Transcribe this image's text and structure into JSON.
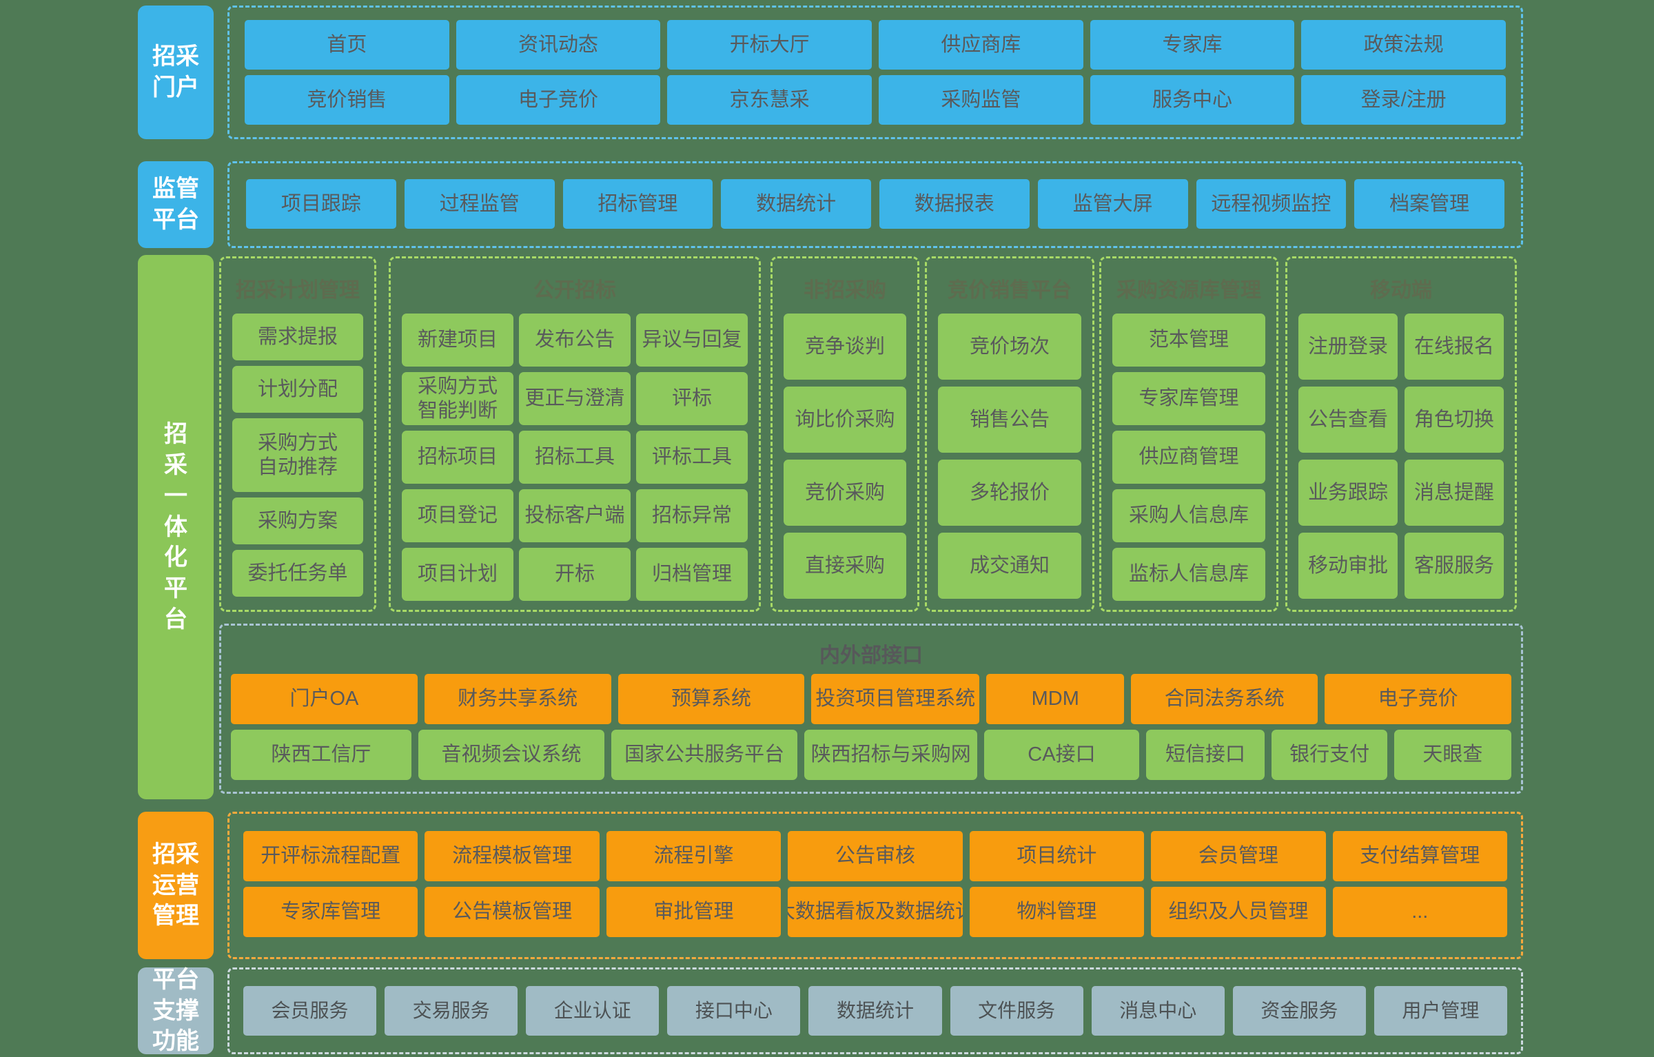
{
  "portal": {
    "label": "招采\n门户",
    "items": [
      "首页",
      "资讯动态",
      "开标大厅",
      "供应商库",
      "专家库",
      "政策法规",
      "竞价销售",
      "电子竞价",
      "京东慧采",
      "采购监管",
      "服务中心",
      "登录/注册"
    ]
  },
  "supervision": {
    "label": "监管\n平台",
    "items": [
      "项目跟踪",
      "过程监管",
      "招标管理",
      "数据统计",
      "数据报表",
      "监管大屏",
      "远程视频监控",
      "档案管理"
    ]
  },
  "integrated": {
    "label": "招\n采\n一\n体\n化\n平\n台",
    "groups": [
      {
        "title": "招采计划管理",
        "items": [
          "需求提报",
          "计划分配",
          "采购方式\n自动推荐",
          "采购方案",
          "委托任务单"
        ]
      },
      {
        "title": "公开招标",
        "items": [
          "新建项目",
          "发布公告",
          "异议与回复",
          "采购方式\n智能判断",
          "更正与澄清",
          "评标",
          "招标项目",
          "招标工具",
          "评标工具",
          "项目登记",
          "投标客户端",
          "招标异常",
          "项目计划",
          "开标",
          "归档管理"
        ]
      },
      {
        "title": "非招采购",
        "items": [
          "竞争谈判",
          "询比价采购",
          "竞价采购",
          "直接采购"
        ]
      },
      {
        "title": "竞价销售平台",
        "items": [
          "竞价场次",
          "销售公告",
          "多轮报价",
          "成交通知"
        ]
      },
      {
        "title": "采购资源库管理",
        "items": [
          "范本管理",
          "专家库管理",
          "供应商管理",
          "采购人信息库",
          "监标人信息库"
        ]
      },
      {
        "title": "移动端",
        "items": [
          "注册登录",
          "在线报名",
          "公告查看",
          "角色切换",
          "业务跟踪",
          "消息提醒",
          "移动审批",
          "客服服务"
        ]
      }
    ]
  },
  "interfaces": {
    "title": "内外部接口",
    "row1": [
      "门户OA",
      "财务共享系统",
      "预算系统",
      "投资项目管理系统",
      "MDM",
      "合同法务系统",
      "电子竞价"
    ],
    "row2": [
      "陕西工信厅",
      "音视频会议系统",
      "国家公共服务平台",
      "陕西招标与采购网",
      "CA接口",
      "短信接口",
      "银行支付",
      "天眼查"
    ]
  },
  "operations": {
    "label": "招采\n运营\n管理",
    "items": [
      "开评标流程配置",
      "流程模板管理",
      "流程引擎",
      "公告审核",
      "项目统计",
      "会员管理",
      "支付结算管理",
      "专家库管理",
      "公告模板管理",
      "审批管理",
      "大数据看板及数据统计",
      "物料管理",
      "组织及人员管理",
      "..."
    ]
  },
  "support": {
    "label": "平台\n支撑\n功能",
    "items": [
      "会员服务",
      "交易服务",
      "企业认证",
      "接口中心",
      "数据统计",
      "文件服务",
      "消息中心",
      "资金服务",
      "用户管理"
    ]
  },
  "colors": {
    "background": "#4f7a55",
    "blue": "#3cb4e8",
    "green_label": "#8bc658",
    "green_button": "#8ec95d",
    "orange": "#f89c0e",
    "gray_blue": "#a0bbc5",
    "button_text": "#595a5c"
  }
}
